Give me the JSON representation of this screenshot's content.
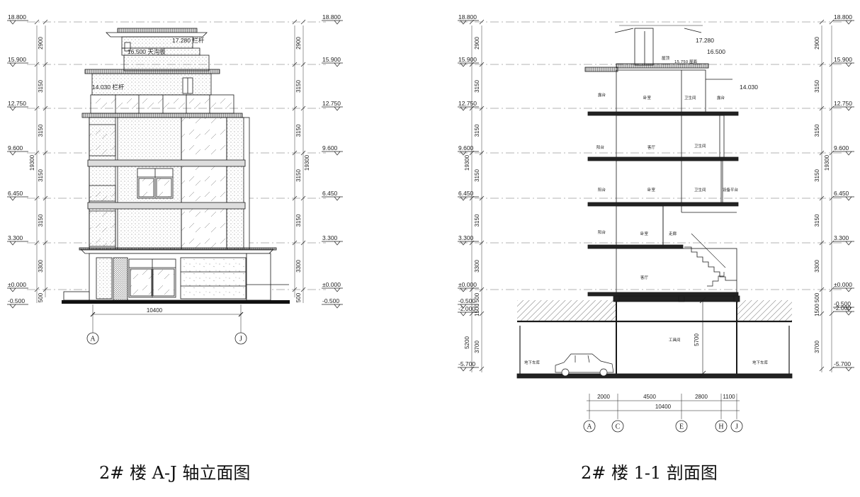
{
  "captions": {
    "elevation": "2# 楼 A-J 轴立面图",
    "section": "2# 楼 1-1 剖面图"
  },
  "levels": [
    "18.800",
    "15.900",
    "12.750",
    "9.600",
    "6.450",
    "3.300",
    "±0.000",
    "-0.500"
  ],
  "section_extra_levels": [
    "-2.000",
    "-5.700"
  ],
  "floor_heights": [
    "2900",
    "3150",
    "3150",
    "3150",
    "3150",
    "3300",
    "500"
  ],
  "total_height": "19300",
  "basement_dims": [
    "1500",
    "3700",
    "5200"
  ],
  "elevation": {
    "width_dim": "10400",
    "axes": [
      "A",
      "J"
    ],
    "annotations": {
      "railing_top": "17.280 栏杆",
      "roof_level": "16.500 天沟板",
      "terrace_railing": "14.030 栏杆"
    }
  },
  "section": {
    "bay_dims": [
      "2000",
      "4500",
      "2800",
      "1100"
    ],
    "width_dim": "10400",
    "axes": [
      "A",
      "C",
      "E",
      "H",
      "J"
    ],
    "inner_height": "5700",
    "annotations": {
      "top_railing": "17.280",
      "top_roof": "16.500",
      "roof_slab": "15.750 屋面",
      "terrace": "14.030"
    },
    "rooms": {
      "top": "屋顶",
      "f4_left": "露台",
      "f4_mid": "卧室",
      "f4_right": "卫生间",
      "f4_far": "露台",
      "f3_left": "阳台",
      "f3_mid": "客厅",
      "f3_right": "卫生间",
      "f2_left": "阳台",
      "f2_mid": "卧室",
      "f2_right": "卫生间",
      "f2_far": "设备平台",
      "f1_left": "阳台",
      "f1_mid": "卧室",
      "f1_right": "走廊",
      "gf_mid": "客厅",
      "b_left": "地下车库",
      "b_mid": "工具间",
      "b_right": "地下车库"
    }
  },
  "colors": {
    "line": "#1a1a1a",
    "grid": "#7a7a7a",
    "dash": "#9a9a9a",
    "soil": "#555555"
  }
}
